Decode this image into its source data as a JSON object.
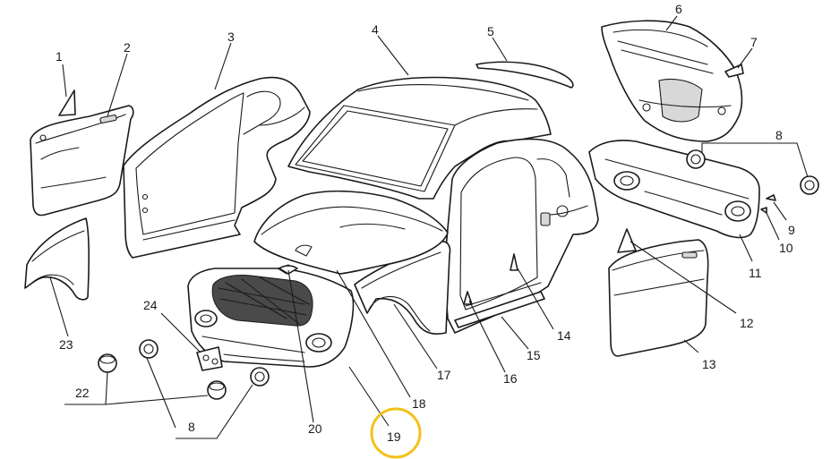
{
  "callouts": [
    {
      "id": "1",
      "label": "1"
    },
    {
      "id": "2",
      "label": "2"
    },
    {
      "id": "3",
      "label": "3"
    },
    {
      "id": "4",
      "label": "4"
    },
    {
      "id": "5",
      "label": "5"
    },
    {
      "id": "6",
      "label": "6"
    },
    {
      "id": "7",
      "label": "7"
    },
    {
      "id": "8a",
      "label": "8"
    },
    {
      "id": "8b",
      "label": "8"
    },
    {
      "id": "9",
      "label": "9"
    },
    {
      "id": "10",
      "label": "10"
    },
    {
      "id": "11",
      "label": "11"
    },
    {
      "id": "12",
      "label": "12"
    },
    {
      "id": "13",
      "label": "13"
    },
    {
      "id": "14",
      "label": "14"
    },
    {
      "id": "15",
      "label": "15"
    },
    {
      "id": "16",
      "label": "16"
    },
    {
      "id": "17",
      "label": "17"
    },
    {
      "id": "18",
      "label": "18"
    },
    {
      "id": "19",
      "label": "19"
    },
    {
      "id": "20",
      "label": "20"
    },
    {
      "id": "22",
      "label": "22"
    },
    {
      "id": "23",
      "label": "23"
    },
    {
      "id": "24",
      "label": "24"
    }
  ],
  "highlight": {
    "callout": "19",
    "color": "#f2c21b"
  },
  "colors": {
    "line": "#1a1a1a",
    "background": "#ffffff",
    "highlight": "#f2c21b"
  }
}
